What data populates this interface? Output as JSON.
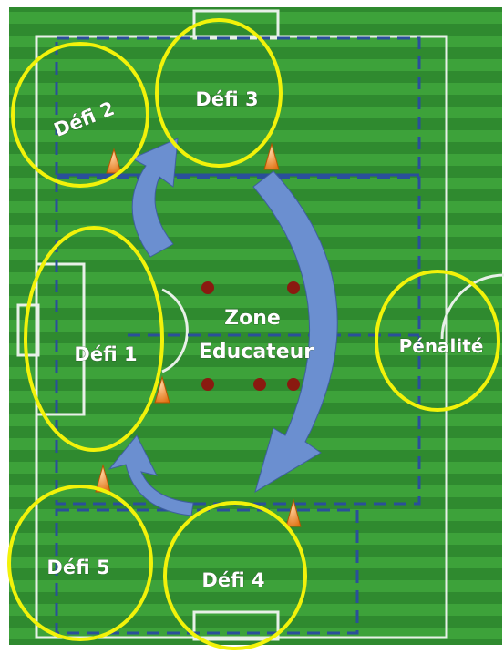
{
  "labels": {
    "defi_1": "Défi 1",
    "defi_2": "Défi 2",
    "defi_3": "Défi 3",
    "defi_4": "Défi 4",
    "defi_5": "Défi 5",
    "zone_line1": "Zone",
    "zone_line2": "Educateur",
    "penalite": "Pénalité"
  },
  "colors": {
    "grass_dark": "#2f8a2f",
    "grass_light": "#3da23a",
    "field_lines": "#e8f0e8",
    "challenge_circle": "#f2f20a",
    "zone_dashes": "#2a4f9a",
    "arrows": "#6b8fd0",
    "cones": "#f08a1a",
    "ball_markers": "#8a1a10"
  }
}
